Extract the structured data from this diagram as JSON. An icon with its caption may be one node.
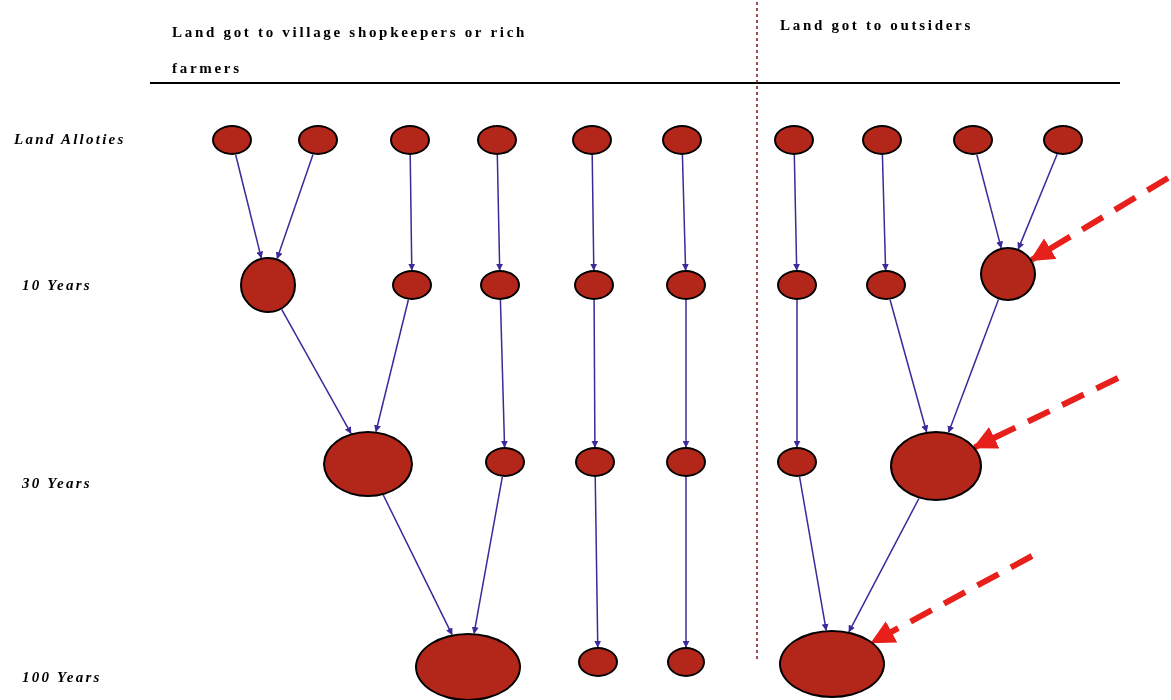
{
  "diagram": {
    "nodes": [
      {
        "text": [],
        "shape": "circle"
      },
      {
        "text": [],
        "shape": "circle"
      },
      {
        "text": [],
        "shape": "circle"
      },
      {
        "text": [],
        "shape": "circle"
      },
      {
        "text": [],
        "shape": "circle"
      },
      {
        "text": [],
        "shape": "circle"
      },
      {
        "text": [],
        "shape": "circle"
      },
      {
        "text": [],
        "shape": "circle"
      },
      {
        "text": [],
        "shape": "circle"
      },
      {
        "text": [],
        "shape": "circle"
      },
      {
        "text": [],
        "shape": "circle"
      },
      {
        "text": [],
        "shape": "circle"
      },
      {
        "text": [],
        "shape": "circle"
      },
      {
        "text": [],
        "shape": "circle"
      },
      {
        "text": [],
        "shape": "circle"
      },
      {
        "text": [],
        "shape": "circle"
      },
      {
        "text": [],
        "shape": "circle"
      },
      {
        "text": [],
        "shape": "circle"
      },
      {
        "text": [],
        "shape": "circle"
      },
      {
        "text": [],
        "shape": "circle"
      },
      {
        "text": [],
        "shape": "circle"
      },
      {
        "text": [],
        "shape": "circle"
      },
      {
        "text": [],
        "shape": "circle"
      },
      {
        "text": [],
        "shape": "circle"
      },
      {
        "text": [],
        "shape": "circle"
      },
      {
        "text": [],
        "shape": "circle"
      },
      {
        "text": [],
        "shape": "circle"
      },
      {
        "text": [],
        "shape": "circle"
      }
    ],
    "edges": [
      {
        "from": 0,
        "to": 10,
        "arrow": "to"
      },
      {
        "from": 1,
        "to": 10,
        "arrow": "to"
      },
      {
        "from": 2,
        "to": 11,
        "arrow": "to"
      },
      {
        "from": 3,
        "to": 12,
        "arrow": "to"
      },
      {
        "from": 4,
        "to": 13,
        "arrow": "to"
      },
      {
        "from": 5,
        "to": 14,
        "arrow": "to"
      },
      {
        "from": 6,
        "to": 15,
        "arrow": "to"
      },
      {
        "from": 7,
        "to": 16,
        "arrow": "to"
      },
      {
        "from": 8,
        "to": 17,
        "arrow": "to"
      },
      {
        "from": 9,
        "to": 17,
        "arrow": "to"
      },
      {
        "from": 10,
        "to": 18,
        "arrow": "to"
      },
      {
        "from": 11,
        "to": 18,
        "arrow": "to"
      },
      {
        "from": 12,
        "to": 19,
        "arrow": "to"
      },
      {
        "from": 13,
        "to": 20,
        "arrow": "to"
      },
      {
        "from": 14,
        "to": 21,
        "arrow": "to"
      },
      {
        "from": 15,
        "to": 22,
        "arrow": "to"
      },
      {
        "from": 16,
        "to": 23,
        "arrow": "to"
      },
      {
        "from": 17,
        "to": 23,
        "arrow": "to"
      },
      {
        "from": 18,
        "to": 24,
        "arrow": "to"
      },
      {
        "from": 19,
        "to": 24,
        "arrow": "to"
      },
      {
        "from": 20,
        "to": 25,
        "arrow": "to"
      },
      {
        "from": 21,
        "to": 26,
        "arrow": "to"
      },
      {
        "from": 22,
        "to": 27,
        "arrow": "to"
      },
      {
        "from": 23,
        "to": 27,
        "arrow": "to"
      },
      {
        "from": null,
        "to": 17,
        "arrow": "to",
        "style": "dashed",
        "color": "#e8201c"
      },
      {
        "from": null,
        "to": 23,
        "arrow": "to",
        "style": "dashed",
        "color": "#e8201c"
      },
      {
        "from": null,
        "to": 27,
        "arrow": "to",
        "style": "dashed",
        "color": "#e8201c"
      }
    ],
    "labels": [
      "Land got to village shopkeepers or rich farmers",
      "Land got to outsiders",
      "Land Alloties",
      "10 Years",
      "30 Years",
      "100 Years"
    ]
  }
}
